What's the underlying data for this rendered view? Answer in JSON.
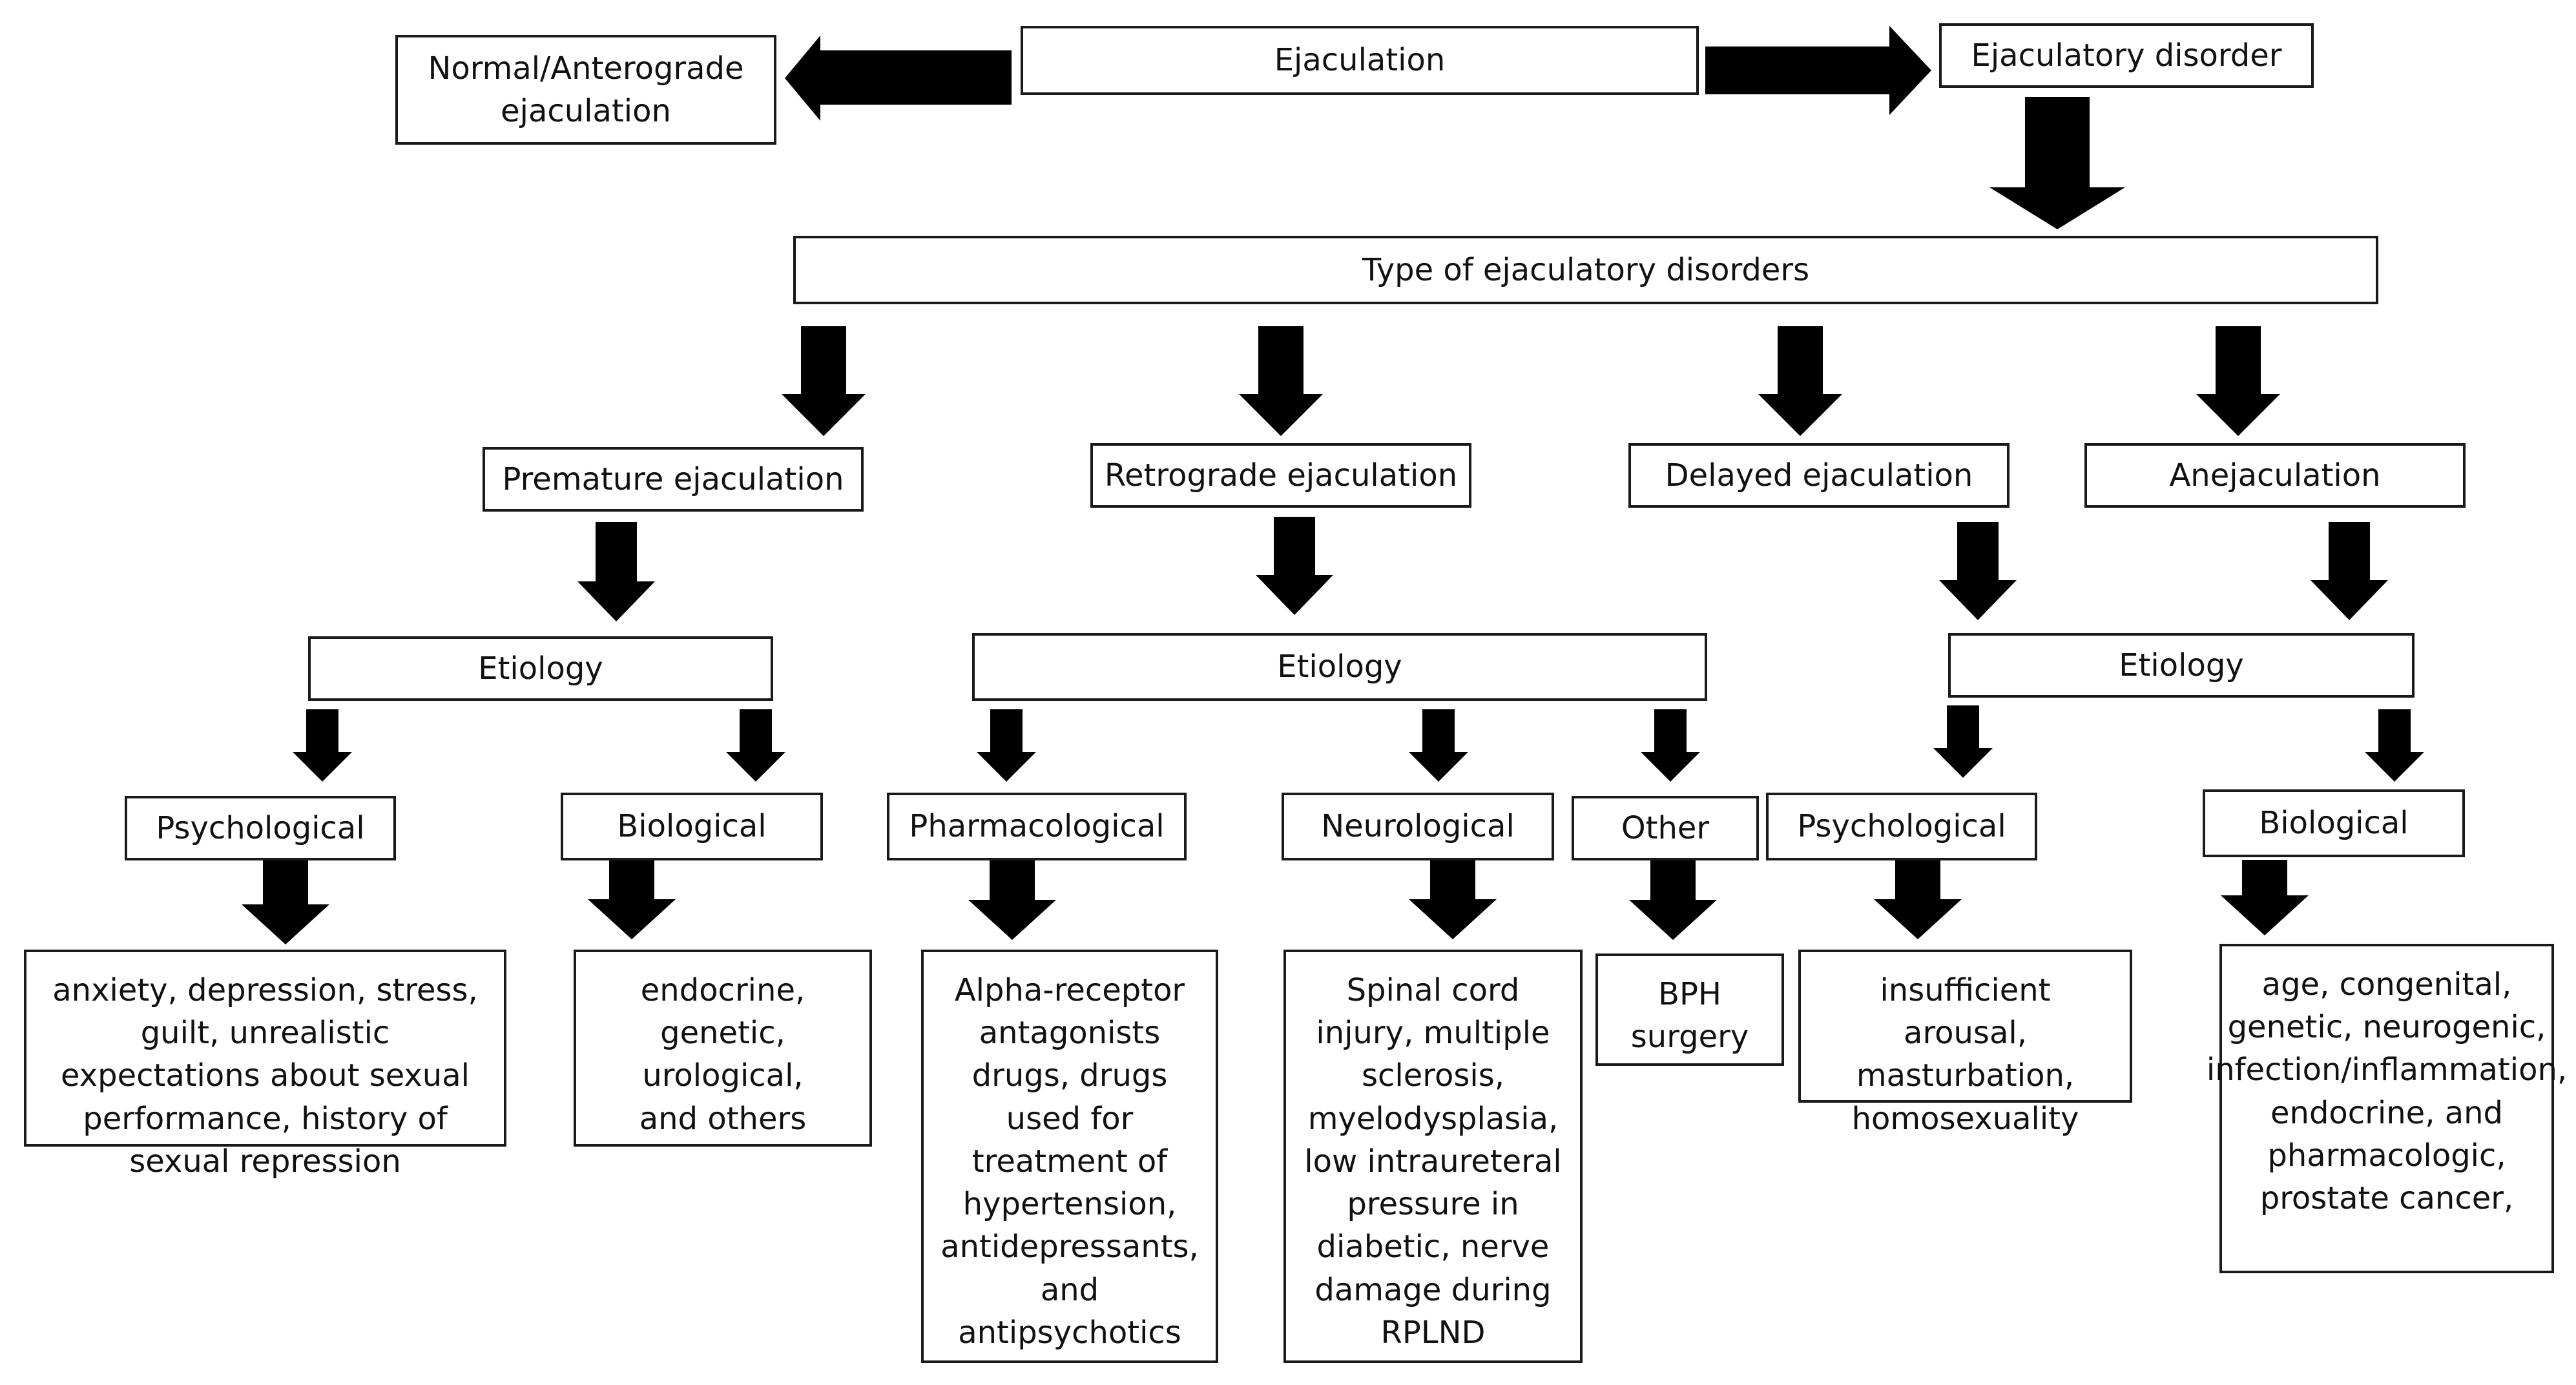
{
  "top": {
    "ejaculation": "Ejaculation",
    "normal": "Normal/Anterograde ejaculation",
    "disorder": "Ejaculatory disorder",
    "types": "Type of ejaculatory disorders"
  },
  "types": {
    "premature": "Premature  ejaculation",
    "retrograde": "Retrograde ejaculation",
    "delayed": "Delayed ejaculation",
    "anejaculation": "Anejaculation"
  },
  "etiology": {
    "premature": "Etiology",
    "retrograde": "Etiology",
    "delayed_anejac": "Etiology"
  },
  "causes": {
    "pe_psychological": "Psychological",
    "pe_biological": "Biological",
    "re_pharmacological": "Pharmacological",
    "re_neurological": "Neurological",
    "re_other": "Other",
    "da_psychological": "Psychological",
    "da_biological": "Biological"
  },
  "details": {
    "pe_psychological": "anxiety, depression, stress, guilt, unrealistic expectations about sexual performance, history of sexual repression",
    "pe_biological": "endocrine, genetic, urological, and others",
    "re_pharmacological": "Alpha-receptor antagonists drugs, drugs used for treatment of hypertension, antidepressants, and antipsychotics",
    "re_neurological": "Spinal cord injury, multiple sclerosis, myelodysplasia, low intraureteral pressure in diabetic, nerve damage during RPLND",
    "re_other": "BPH surgery",
    "da_psychological": "insufficient arousal, masturbation, homosexuality",
    "da_biological": "age, congenital, genetic, neurogenic, infection/inflammation, endocrine, and pharmacologic, prostate cancer,"
  }
}
